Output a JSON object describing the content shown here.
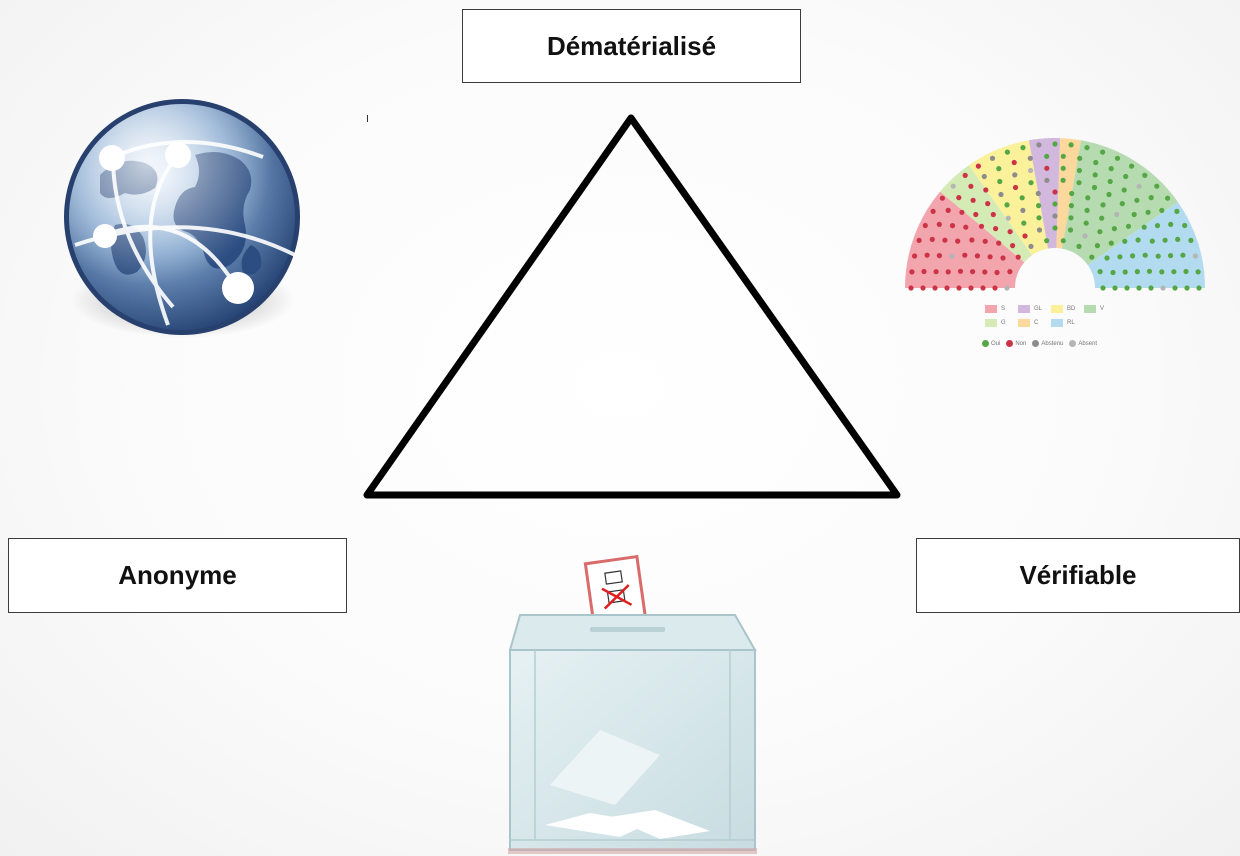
{
  "labels": {
    "top": "Dématérialisé",
    "left": "Anonyme",
    "right": "Vérifiable"
  },
  "parliament_legend": {
    "groups": [
      {
        "code": "S",
        "color": "#f2a5ad"
      },
      {
        "code": "GL",
        "color": "#d1b8dc"
      },
      {
        "code": "BD",
        "color": "#fbf19b"
      },
      {
        "code": "V",
        "color": "#b6dbb1"
      },
      {
        "code": "G",
        "color": "#d5ebb6"
      },
      {
        "code": "C",
        "color": "#fcd89c"
      },
      {
        "code": "RL",
        "color": "#b2dbf0"
      }
    ],
    "votes": [
      {
        "label": "Oui",
        "color": "#55a645"
      },
      {
        "label": "Non",
        "color": "#cc3347"
      },
      {
        "label": "Abstenu",
        "color": "#8c8c8c"
      },
      {
        "label": "Absent",
        "color": "#b5b5b5"
      }
    ]
  },
  "icons": {
    "globe": "globe-network-icon",
    "parliament": "parliament-hemicycle-icon",
    "ballot_box": "ballot-box-icon"
  }
}
